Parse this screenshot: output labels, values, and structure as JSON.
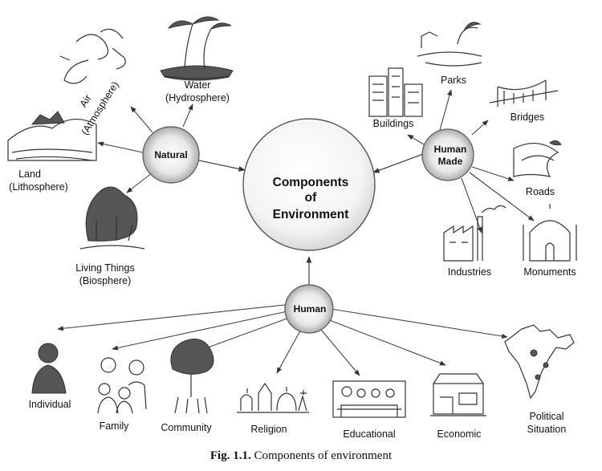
{
  "center": {
    "line1": "Components",
    "line2": "of",
    "line3": "Environment"
  },
  "hubs": {
    "natural": {
      "label": "Natural"
    },
    "human_made": {
      "line1": "Human",
      "line2": "Made"
    },
    "human": {
      "label": "Human"
    }
  },
  "natural_items": {
    "air": {
      "line1": "Air",
      "line2": "(Atmosphere)"
    },
    "water": {
      "line1": "Water",
      "line2": "(Hydrosphere)"
    },
    "land": {
      "line1": "Land",
      "line2": "(Lithosphere)"
    },
    "living": {
      "line1": "Living Things",
      "line2": "(Biosphere)"
    }
  },
  "human_made_items": {
    "parks": "Parks",
    "buildings": "Buildings",
    "bridges": "Bridges",
    "roads": "Roads",
    "industries": "Industries",
    "monuments": "Monuments"
  },
  "human_items": {
    "individual": "Individual",
    "family": "Family",
    "community": "Community",
    "religion": "Religion",
    "educational": "Educational",
    "economic": "Economic",
    "political": {
      "line1": "Political",
      "line2": "Situation"
    }
  },
  "caption": {
    "fig": "Fig. 1.1.",
    "text": "Components of environment"
  }
}
